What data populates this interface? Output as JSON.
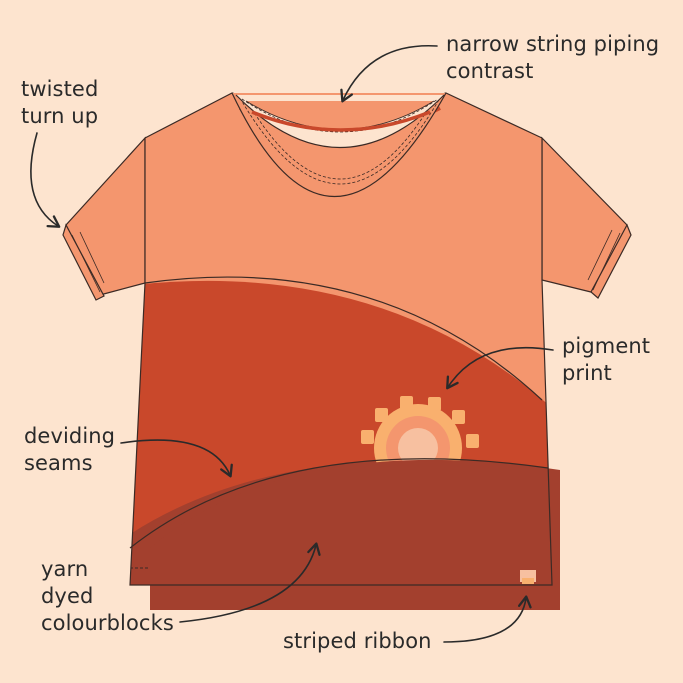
{
  "callouts": {
    "piping": [
      "narrow string piping",
      "contrast"
    ],
    "turnup": [
      "twisted",
      "turn up"
    ],
    "pigment": [
      "pigment",
      "print"
    ],
    "seams": [
      "deviding",
      "seams"
    ],
    "yarn": [
      "yarn",
      "dyed",
      "colourblocks"
    ],
    "ribbon": [
      "striped ribbon"
    ]
  },
  "colors": {
    "background": "#fde4cf",
    "peach_block": "#f4966e",
    "rust_block": "#c9482b",
    "brown_block": "#a3402e",
    "sun_petals": "#f9b06e",
    "sun_core": "#f7c0a0",
    "outline": "#3b2a25"
  }
}
